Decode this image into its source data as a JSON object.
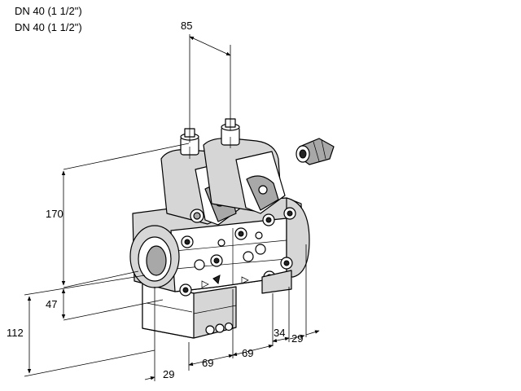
{
  "captions": [
    "DN 40 (1 1/2\")",
    "DN 40 (1 1/2\")"
  ],
  "dimensions": {
    "top_width": "85",
    "height_upper": "170",
    "height_lower": "47",
    "height_total": "112",
    "bottom_left": "29",
    "bottom_mid1": "69",
    "bottom_mid2": "69",
    "right_34": "34",
    "right_29": "29"
  },
  "colors": {
    "line": "#000000",
    "body_fill": "#ffffff",
    "shade": "#d6d6d6",
    "dark": "#a8a8a8"
  }
}
